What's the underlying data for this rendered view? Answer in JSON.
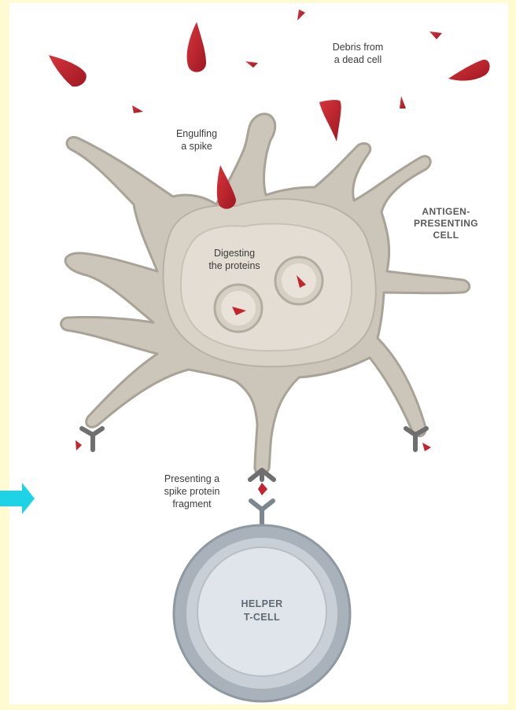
{
  "labels": {
    "debris": "Debris from\na dead cell",
    "engulfing": "Engulfing\na spike",
    "digesting": "Digesting\nthe proteins",
    "antigen_cell": "ANTIGEN-\nPRESENTING\nCELL",
    "presenting": "Presenting a\nspike protein\nfragment",
    "helper_tcell": "HELPER\nT-CELL"
  },
  "colors": {
    "background": "#fefbd2",
    "panel": "#ffffff",
    "cell_outer": "#cfc9bf",
    "cell_mid": "#d8d2c7",
    "cell_inner": "#e2dcd2",
    "cell_edge": "#a39d93",
    "spike": "#c4242e",
    "spike_dark": "#8f1520",
    "receptor": "#6e6e6e",
    "tcell_outer": "#9aa4ad",
    "tcell_mid": "#c0c8cf",
    "tcell_inner": "#dde3e8",
    "arrow": "#1fd3e6"
  },
  "icons": {
    "arrow": "arrow-right-icon"
  }
}
